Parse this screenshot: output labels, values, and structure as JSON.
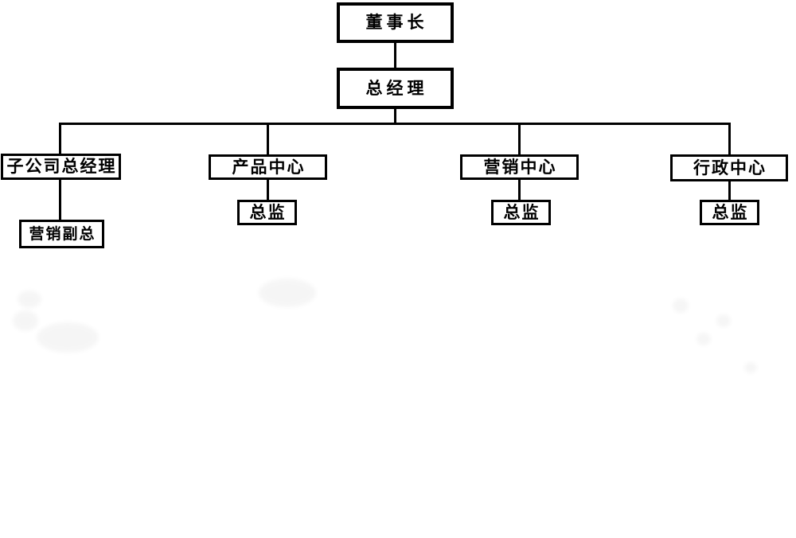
{
  "org_chart": {
    "background_color": "#ffffff",
    "line_color": "#000000",
    "box_border_color": "#000000",
    "box_fill_color": "#ffffff",
    "text_color": "#000000",
    "nodes": {
      "chairman": {
        "label": "董事长"
      },
      "general_manager": {
        "label": "总经理"
      },
      "subsidiary_gm": {
        "label": "子公司总经理"
      },
      "product_center": {
        "label": "产品中心"
      },
      "marketing_center": {
        "label": "营销中心"
      },
      "admin_center": {
        "label": "行政中心"
      },
      "marketing_deputy_gm": {
        "label": "营销副总"
      },
      "product_director": {
        "label": "总监"
      },
      "marketing_director": {
        "label": "总监"
      },
      "admin_director": {
        "label": "总监"
      }
    },
    "hierarchy": [
      {
        "parent": "chairman",
        "child": "general_manager"
      },
      {
        "parent": "general_manager",
        "child": "subsidiary_gm"
      },
      {
        "parent": "general_manager",
        "child": "product_center"
      },
      {
        "parent": "general_manager",
        "child": "marketing_center"
      },
      {
        "parent": "general_manager",
        "child": "admin_center"
      },
      {
        "parent": "subsidiary_gm",
        "child": "marketing_deputy_gm"
      },
      {
        "parent": "product_center",
        "child": "product_director"
      },
      {
        "parent": "marketing_center",
        "child": "marketing_director"
      },
      {
        "parent": "admin_center",
        "child": "admin_director"
      }
    ]
  }
}
